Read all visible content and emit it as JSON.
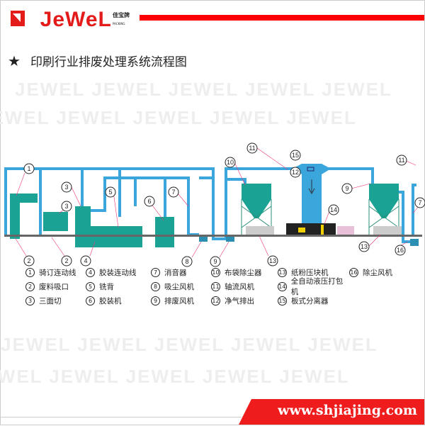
{
  "header": {
    "brand": "JEWEL",
    "brand_cn": "佳宝牌",
    "brand_sub": "PACKING"
  },
  "title": {
    "star": "★",
    "text": "印刷行业排废处理系统流程图"
  },
  "colors": {
    "pipe": "#3aa6dc",
    "equipment": "#1aa394",
    "frame": "#2a8f7a",
    "accent": "#ee1c1c"
  },
  "callouts": [
    "1",
    "2",
    "2",
    "3",
    "3",
    "4",
    "5",
    "6",
    "7",
    "8",
    "9",
    "10",
    "11",
    "12",
    "13",
    "14",
    "15",
    "9",
    "11",
    "7",
    "13",
    "16"
  ],
  "legend": [
    {
      "n": "1",
      "label": "骑订连动线"
    },
    {
      "n": "4",
      "label": "胶装连动线"
    },
    {
      "n": "7",
      "label": "消音器"
    },
    {
      "n": "10",
      "label": "布袋除尘器"
    },
    {
      "n": "13",
      "label": "纸粉压块机"
    },
    {
      "n": "16",
      "label": "除尘风机"
    },
    {
      "n": "2",
      "label": "废料吸口"
    },
    {
      "n": "5",
      "label": "铣背"
    },
    {
      "n": "8",
      "label": "吸尘风机"
    },
    {
      "n": "11",
      "label": "轴流风机"
    },
    {
      "n": "14",
      "label": "全自动液压打包机"
    },
    {
      "n": "",
      "label": ""
    },
    {
      "n": "3",
      "label": "三面切"
    },
    {
      "n": "6",
      "label": "胶装机"
    },
    {
      "n": "9",
      "label": "排废风机"
    },
    {
      "n": "12",
      "label": "净气排出"
    },
    {
      "n": "15",
      "label": "板式分离器"
    },
    {
      "n": "",
      "label": ""
    }
  ],
  "footer": {
    "url": "www.shjiajing.com"
  }
}
